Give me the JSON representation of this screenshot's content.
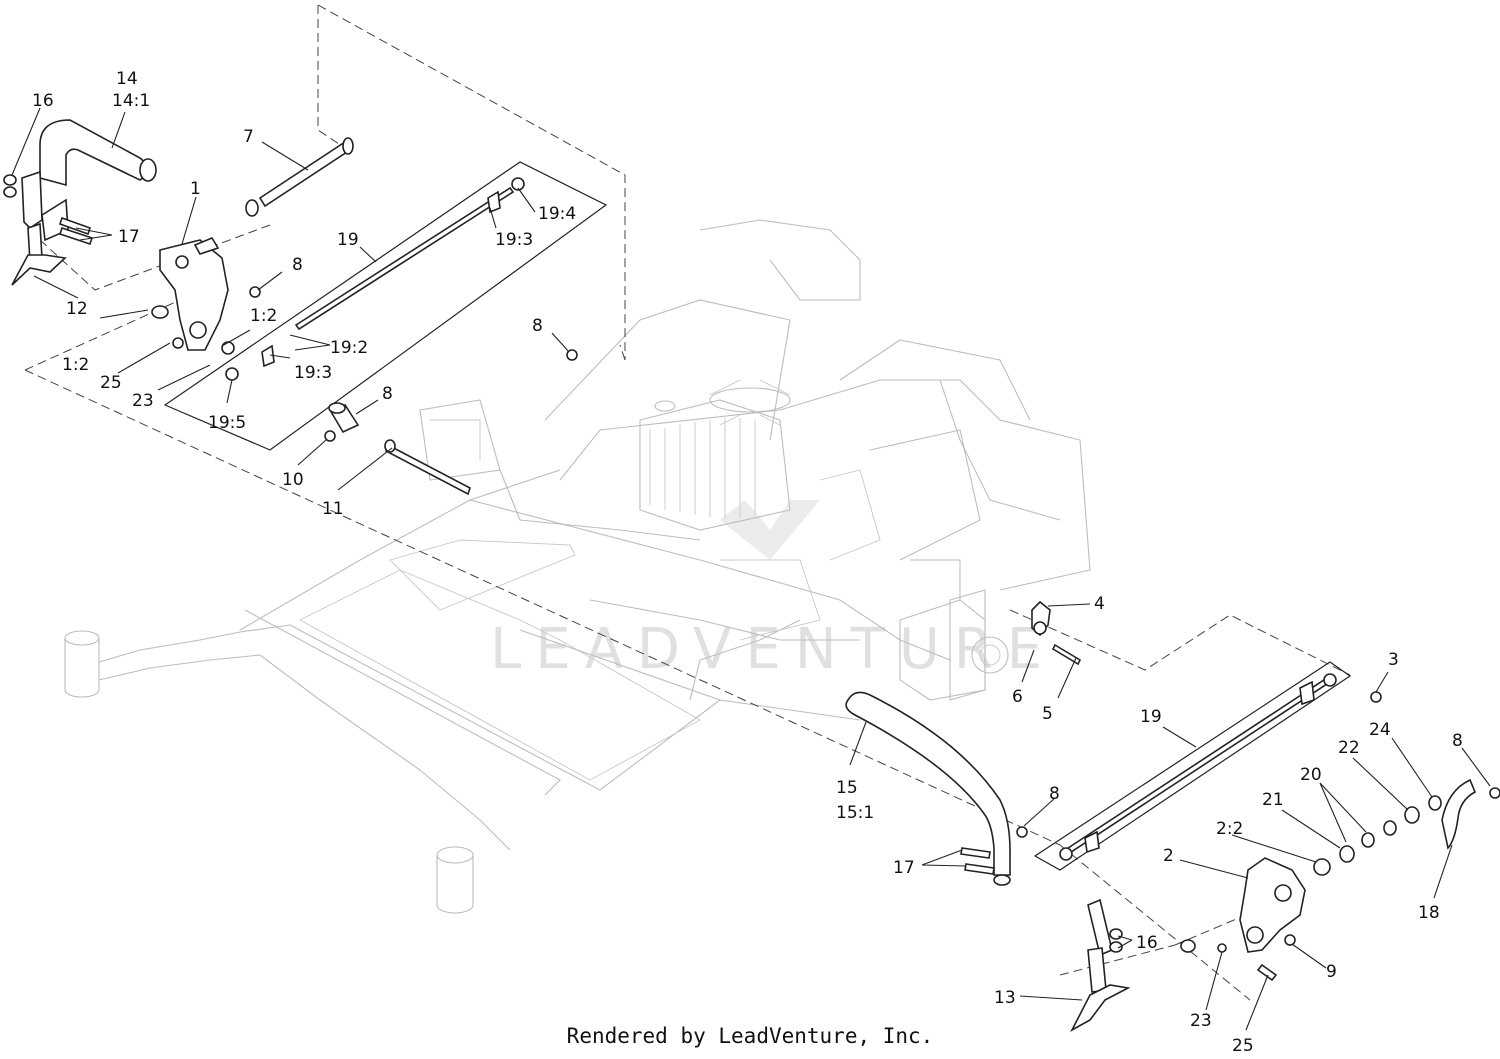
{
  "diagram": {
    "credit": "Rendered by LeadVenture, Inc.",
    "watermark": "LEADVENTURE",
    "callouts": [
      {
        "id": "c14a",
        "text": "14"
      },
      {
        "id": "c141",
        "text": "14:1"
      },
      {
        "id": "c16a",
        "text": "16"
      },
      {
        "id": "c7",
        "text": "7"
      },
      {
        "id": "c1",
        "text": "1"
      },
      {
        "id": "c17a",
        "text": "17"
      },
      {
        "id": "c194",
        "text": "19:4"
      },
      {
        "id": "c193a",
        "text": "19:3"
      },
      {
        "id": "c19a",
        "text": "19"
      },
      {
        "id": "c8a",
        "text": "8"
      },
      {
        "id": "c12",
        "text": "12"
      },
      {
        "id": "c12b",
        "text": "1:2"
      },
      {
        "id": "c12a",
        "text": "1:2"
      },
      {
        "id": "c192",
        "text": "19:2"
      },
      {
        "id": "c25a",
        "text": "25"
      },
      {
        "id": "c193b",
        "text": "19:3"
      },
      {
        "id": "c23a",
        "text": "23"
      },
      {
        "id": "c195",
        "text": "19:5"
      },
      {
        "id": "c8b",
        "text": "8"
      },
      {
        "id": "c10",
        "text": "10"
      },
      {
        "id": "c8c",
        "text": "8"
      },
      {
        "id": "c11",
        "text": "11"
      },
      {
        "id": "c4",
        "text": "4"
      },
      {
        "id": "c6",
        "text": "6"
      },
      {
        "id": "c5",
        "text": "5"
      },
      {
        "id": "c3",
        "text": "3"
      },
      {
        "id": "c19b",
        "text": "19"
      },
      {
        "id": "c24",
        "text": "24"
      },
      {
        "id": "c8d",
        "text": "8"
      },
      {
        "id": "c22",
        "text": "22"
      },
      {
        "id": "c20",
        "text": "20"
      },
      {
        "id": "c21",
        "text": "21"
      },
      {
        "id": "c15",
        "text": "15"
      },
      {
        "id": "c151",
        "text": "15:1"
      },
      {
        "id": "c8e",
        "text": "8"
      },
      {
        "id": "c22b",
        "text": "2:2"
      },
      {
        "id": "c2",
        "text": "2"
      },
      {
        "id": "c17b",
        "text": "17"
      },
      {
        "id": "c18",
        "text": "18"
      },
      {
        "id": "c16b",
        "text": "16"
      },
      {
        "id": "c9",
        "text": "9"
      },
      {
        "id": "c13",
        "text": "13"
      },
      {
        "id": "c23b",
        "text": "23"
      },
      {
        "id": "c25b",
        "text": "25"
      }
    ]
  }
}
